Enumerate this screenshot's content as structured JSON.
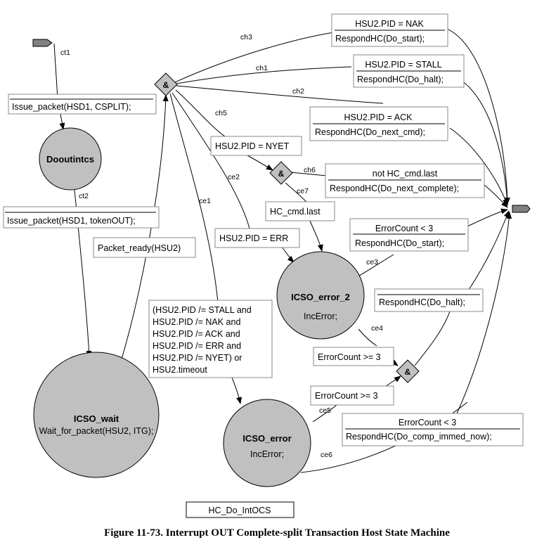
{
  "states": {
    "dooutintcs": {
      "name": "Dooutintcs"
    },
    "icso_wait": {
      "name": "ICSO_wait",
      "action": "Wait_for_packet(HSU2, ITG);"
    },
    "icso_error_2": {
      "name": "ICSO_error_2",
      "action": "IncError;"
    },
    "icso_error": {
      "name": "ICSO_error",
      "action": "IncError;"
    }
  },
  "junction_symbol": "&",
  "edge_labels": {
    "ct1": "ct1",
    "ct2": "ct2",
    "ch1": "ch1",
    "ch2": "ch2",
    "ch3": "ch3",
    "ch5": "ch5",
    "ch6": "ch6",
    "ce1": "ce1",
    "ce2": "ce2",
    "ce3": "ce3",
    "ce4": "ce4",
    "ce5": "ce5",
    "ce6": "ce6",
    "ce7": "ce7"
  },
  "boxes": {
    "issue_csplit": "Issue_packet(HSD1, CSPLIT);",
    "issue_tokenout": "Issue_packet(HSD1, tokenOUT);",
    "packet_ready": "Packet_ready(HSU2)",
    "nak_cond": "HSU2.PID = NAK",
    "nak_action": "RespondHC(Do_start);",
    "stall_cond": "HSU2.PID = STALL",
    "stall_action": "RespondHC(Do_halt);",
    "ack_cond": "HSU2.PID = ACK",
    "ack_action": "RespondHC(Do_next_cmd);",
    "nyet_cond": "HSU2.PID = NYET",
    "notlast_cond": "not HC_cmd.last",
    "notlast_action": "RespondHC(Do_next_complete);",
    "last_cond": "HC_cmd.last",
    "err_cond": "HSU2.PID = ERR",
    "ec_lt3_cond": "ErrorCount < 3",
    "ec_lt3_action": "RespondHC(Do_start);",
    "halt_action": "RespondHC(Do_halt);",
    "ec_ge3_a": "ErrorCount >= 3",
    "ec_ge3_b": "ErrorCount >= 3",
    "ec_lt3_cond2": "ErrorCount < 3",
    "comp_immed_action": "RespondHC(Do_comp_immed_now);",
    "timeout_lines": [
      "(HSU2.PID /= STALL and",
      "HSU2.PID /= NAK and",
      "HSU2.PID /= ACK and",
      "HSU2.PID /= ERR and",
      "HSU2.PID /= NYET) or",
      "HSU2.timeout"
    ]
  },
  "machine_name": "HC_Do_IntOCS",
  "caption": "Figure 11-73.  Interrupt OUT Complete-split Transaction Host State Machine"
}
